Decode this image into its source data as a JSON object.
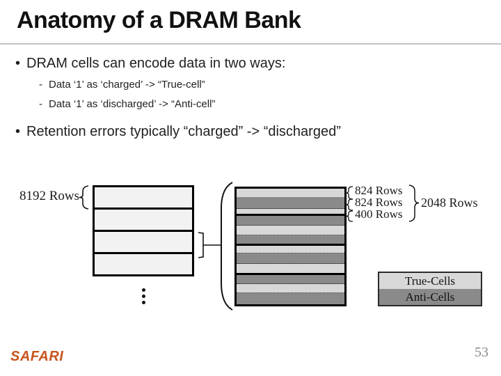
{
  "slide": {
    "title": "Anatomy of a DRAM Bank",
    "page_number": "53",
    "footer_logo": "SAFARI"
  },
  "bullets": {
    "marker": "•",
    "sub_marker": "-",
    "b1": "DRAM cells can encode data in two ways:",
    "sub1": "Data ‘1’ as ‘charged’ -> “True-cell”",
    "sub2": "Data ‘1’ as ‘discharged’ -> “Anti-cell”",
    "b2": "Retention errors typically “charged” -> “discharged”"
  },
  "diagram": {
    "left_bank": {
      "label": "8192 Rows",
      "num_blocks": 4
    },
    "zoom_view": {
      "seg1_label": "824 Rows",
      "seg2_label": "824 Rows",
      "seg3_label": "400 Rows",
      "group_label": "2048 Rows",
      "stripes": [
        {
          "type": "true",
          "h": 12,
          "sep": "none"
        },
        {
          "type": "anti",
          "h": 16,
          "sep": "dotted"
        },
        {
          "type": "true",
          "h": 7,
          "sep": "thick"
        },
        {
          "type": "anti",
          "h": 13,
          "sep": "dotted"
        },
        {
          "type": "true",
          "h": 13,
          "sep": "dotted"
        },
        {
          "type": "anti",
          "h": 12,
          "sep": "thick"
        },
        {
          "type": "true",
          "h": 10,
          "sep": "dotted"
        },
        {
          "type": "anti",
          "h": 14,
          "sep": "dotted"
        },
        {
          "type": "true",
          "h": 13,
          "sep": "thick"
        },
        {
          "type": "anti",
          "h": 12,
          "sep": "dotted"
        },
        {
          "type": "true",
          "h": 12,
          "sep": "dotted"
        },
        {
          "type": "anti",
          "h": 16,
          "sep": "none"
        }
      ]
    },
    "legend": {
      "true_label": "True-Cells",
      "anti_label": "Anti-Cells"
    },
    "colors": {
      "true_cell": "#d8d8d8",
      "anti_cell": "#8a8a8a",
      "left_row_fill": "#f2f2f2",
      "accent": "#c8551c"
    }
  }
}
